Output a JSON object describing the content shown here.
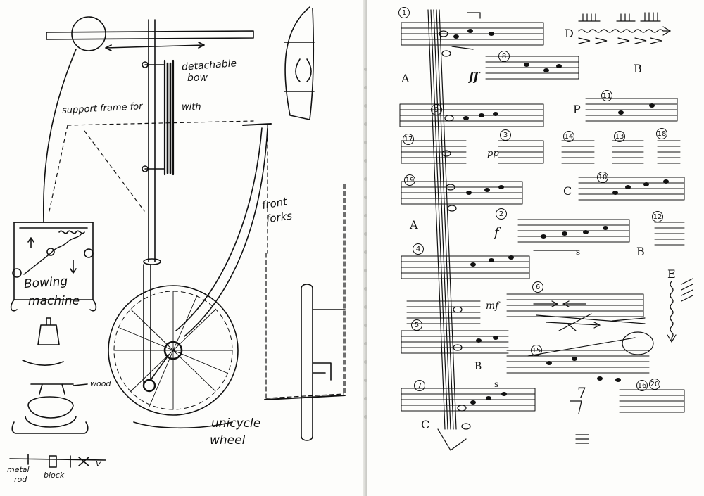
{
  "left_page": {
    "labels": {
      "detachable_bow": [
        "detachable",
        "bow"
      ],
      "support_frame": "support frame for",
      "with": "with",
      "front_forks": [
        "front",
        "forks"
      ],
      "bowing_machine": [
        "Bowing",
        "machine"
      ],
      "unicycle_wheel": [
        "unicycle",
        "wheel"
      ],
      "wood": "wood",
      "metal_rod": [
        "metal",
        "rod"
      ],
      "block": "block",
      "v_mark": "V"
    }
  },
  "right_page": {
    "section_marks": [
      "A",
      "B",
      "P",
      "C",
      "A",
      "B",
      "B",
      "C",
      "D",
      "E"
    ],
    "dynamics": [
      "ff",
      "pp",
      "f",
      "mf",
      "s",
      "s",
      "7"
    ],
    "numbered_cells": [
      "1",
      "2",
      "3",
      "4",
      "5",
      "6",
      "7",
      "8",
      "9",
      "10",
      "11",
      "12",
      "13",
      "14",
      "15",
      "16",
      "17",
      "18",
      "19",
      "20"
    ]
  },
  "colors": {
    "ink": "#111111",
    "paper": "#fdfdfb",
    "gutter": "#c9c9c4"
  }
}
